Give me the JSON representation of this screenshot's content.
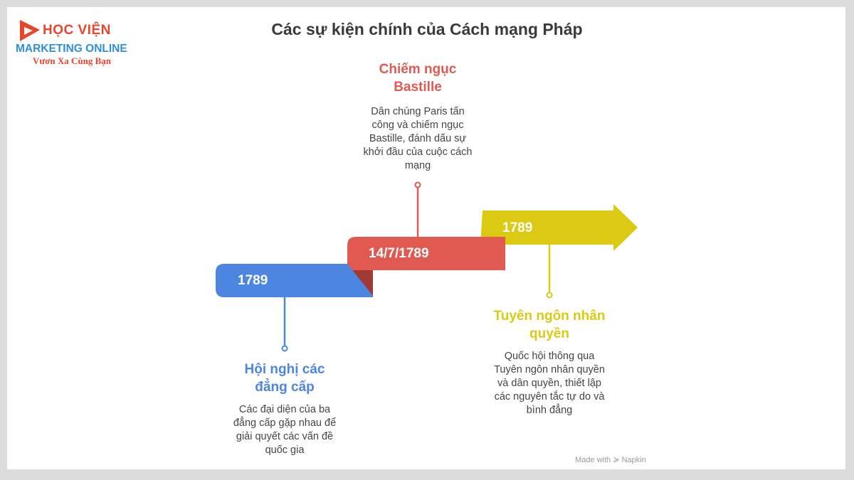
{
  "logo": {
    "line1": "HỌC VIỆN",
    "line2": "MARKETING ONLINE",
    "line3": "Vươn Xa Cùng Bạn"
  },
  "title": "Các sự kiện chính của Cách mạng Pháp",
  "events": [
    {
      "year": "1789",
      "title": "Hội nghị các đẳng cấp",
      "description": "Các đại diện của ba đẳng cấp gặp nhau để giải quyết các vấn đề quốc gia",
      "color": "#4c86e0"
    },
    {
      "year": "14/7/1789",
      "title": "Chiếm ngục Bastille",
      "description": "Dân chúng Paris tấn công và chiếm ngục Bastille, đánh dấu sự khởi đầu của cuộc cách mạng",
      "color": "#e05a52"
    },
    {
      "year": "1789",
      "title": "Tuyên ngôn nhân quyền",
      "description": "Quốc hội thông qua Tuyên ngôn nhân quyền và dân quyền, thiết lập các nguyên tắc tự do và bình đẳng",
      "color": "#dcc912"
    }
  ],
  "footer": "Made with ≽ Napkin"
}
